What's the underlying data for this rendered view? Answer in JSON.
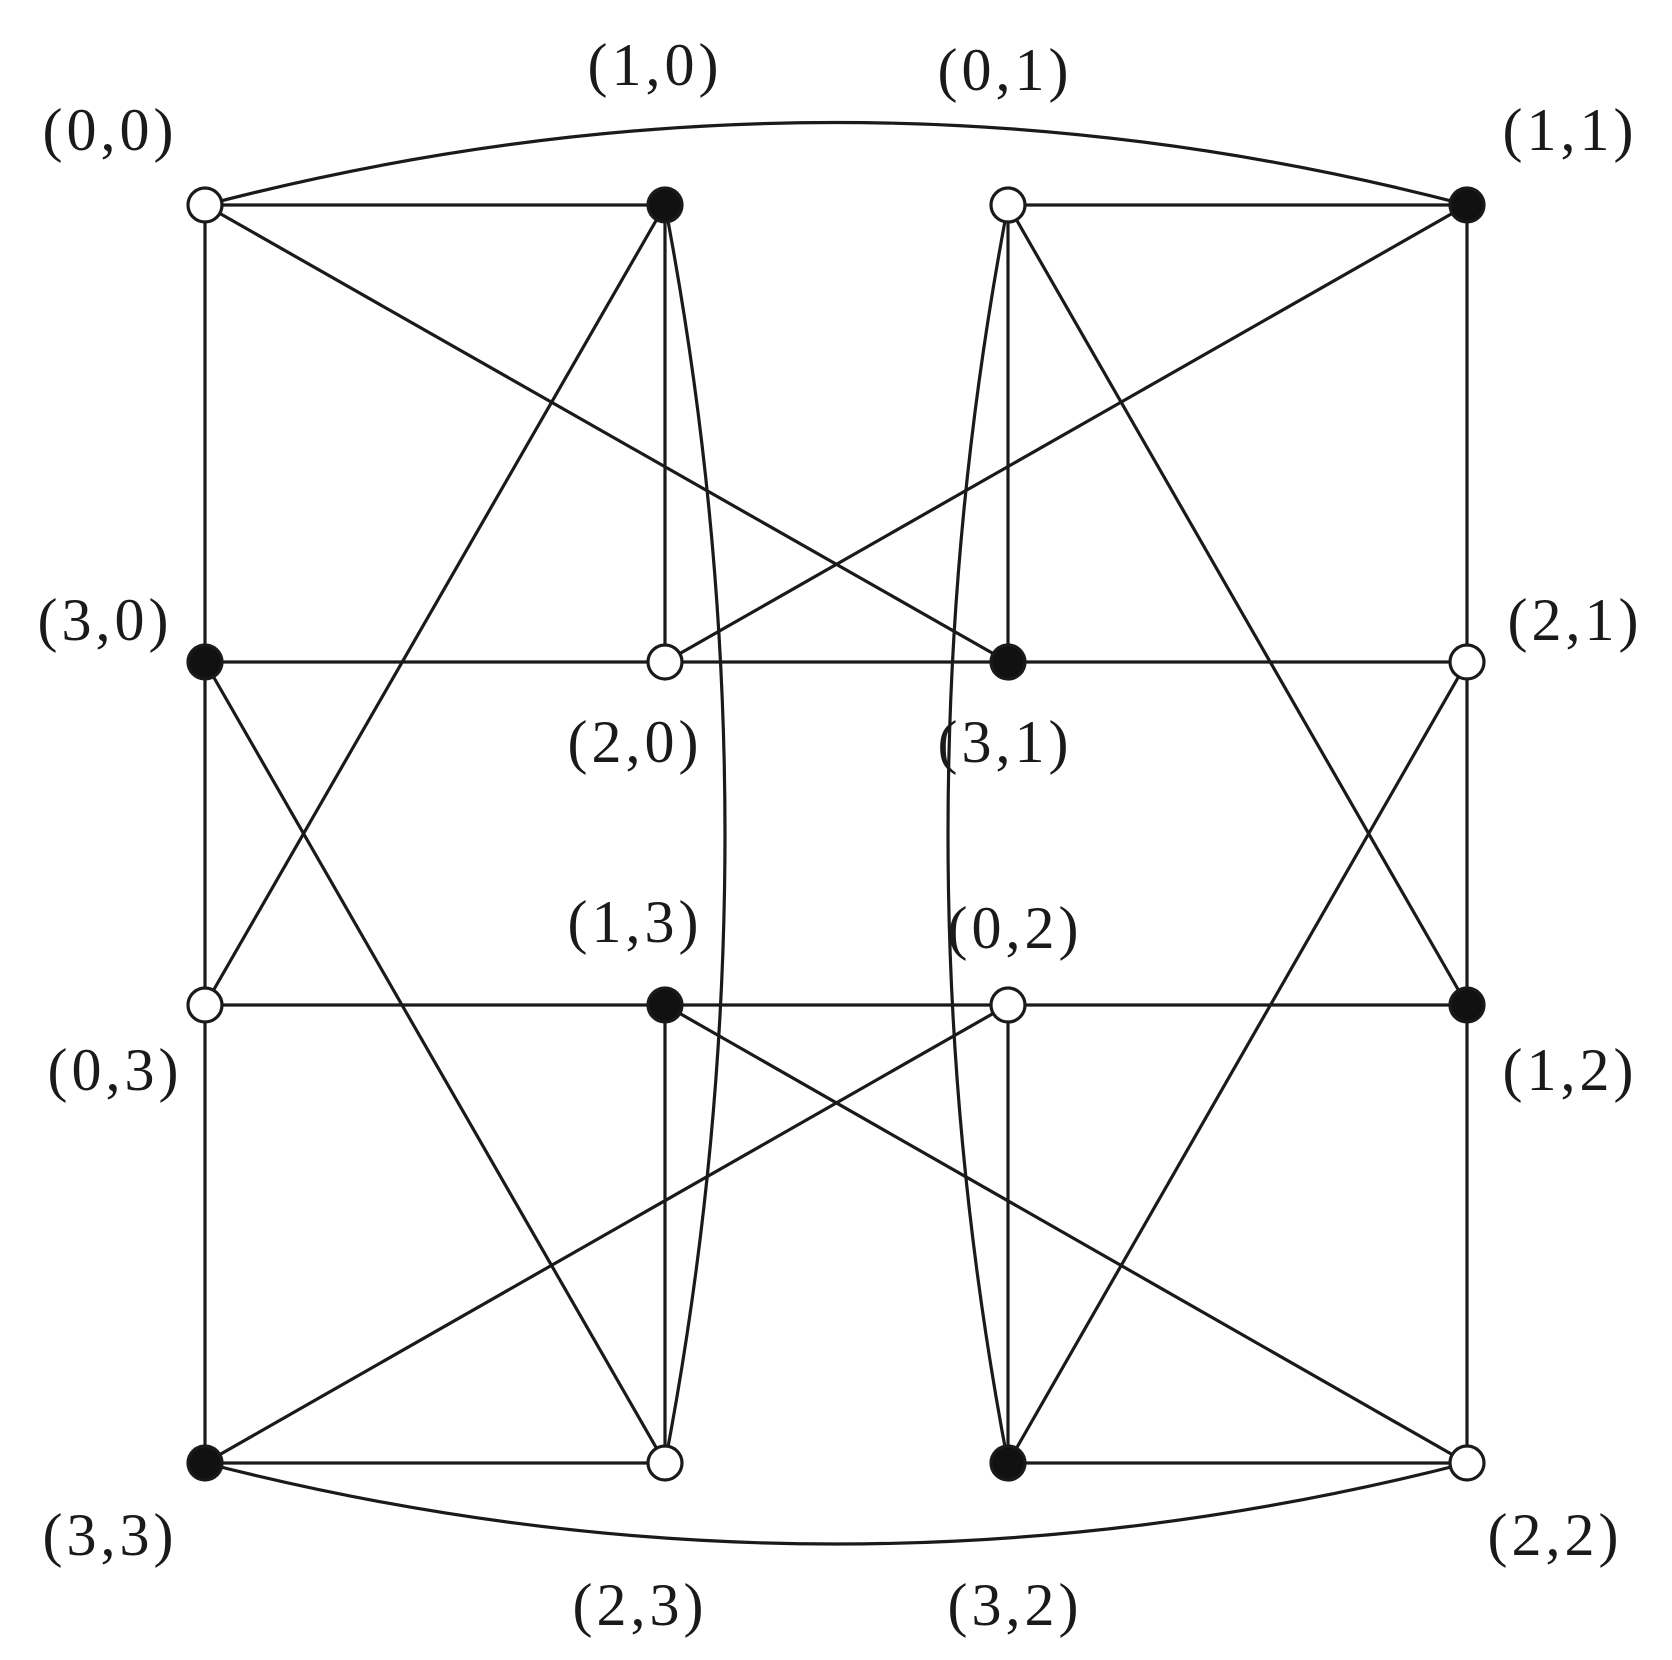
{
  "colors": {
    "filled": "#111111",
    "open": "#ffffff",
    "stroke": "#1a1a1a"
  },
  "nodes": [
    {
      "id": "00",
      "label": "(0,0)",
      "filled": false
    },
    {
      "id": "10",
      "label": "(1,0)",
      "filled": true
    },
    {
      "id": "01",
      "label": "(0,1)",
      "filled": false
    },
    {
      "id": "11",
      "label": "(1,1)",
      "filled": true
    },
    {
      "id": "30",
      "label": "(3,0)",
      "filled": true
    },
    {
      "id": "20",
      "label": "(2,0)",
      "filled": false
    },
    {
      "id": "31",
      "label": "(3,1)",
      "filled": true
    },
    {
      "id": "21",
      "label": "(2,1)",
      "filled": false
    },
    {
      "id": "03",
      "label": "(0,3)",
      "filled": false
    },
    {
      "id": "13",
      "label": "(1,3)",
      "filled": true
    },
    {
      "id": "02",
      "label": "(0,2)",
      "filled": false
    },
    {
      "id": "12",
      "label": "(1,2)",
      "filled": true
    },
    {
      "id": "33",
      "label": "(3,3)",
      "filled": true
    },
    {
      "id": "23",
      "label": "(2,3)",
      "filled": false
    },
    {
      "id": "32",
      "label": "(3,2)",
      "filled": true
    },
    {
      "id": "22",
      "label": "(2,2)",
      "filled": false
    }
  ],
  "edges": [
    [
      "00",
      "10"
    ],
    [
      "01",
      "11"
    ],
    [
      "30",
      "20"
    ],
    [
      "20",
      "31"
    ],
    [
      "31",
      "21"
    ],
    [
      "03",
      "13"
    ],
    [
      "13",
      "02"
    ],
    [
      "02",
      "12"
    ],
    [
      "33",
      "23"
    ],
    [
      "32",
      "22"
    ],
    [
      "00",
      "30"
    ],
    [
      "30",
      "03"
    ],
    [
      "03",
      "33"
    ],
    [
      "11",
      "21"
    ],
    [
      "21",
      "12"
    ],
    [
      "12",
      "22"
    ],
    [
      "10",
      "20"
    ],
    [
      "01",
      "31"
    ],
    [
      "13",
      "23"
    ],
    [
      "02",
      "32"
    ],
    [
      "00",
      "31"
    ],
    [
      "10",
      "03"
    ],
    [
      "30",
      "23"
    ],
    [
      "01",
      "12"
    ],
    [
      "11",
      "20"
    ],
    [
      "21",
      "32"
    ],
    [
      "13",
      "22"
    ],
    [
      "02",
      "33"
    ],
    [
      "00",
      "11"
    ],
    [
      "33",
      "22"
    ],
    [
      "10",
      "23"
    ],
    [
      "01",
      "32"
    ]
  ]
}
